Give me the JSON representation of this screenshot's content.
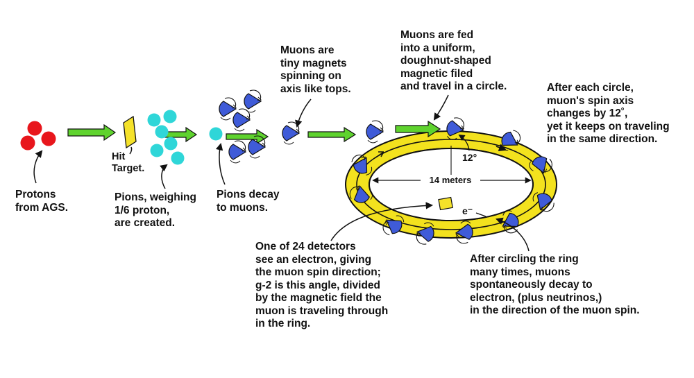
{
  "labels": {
    "protons": "Protons\nfrom AGS.",
    "hit_target": "Hit\nTarget.",
    "pions": "Pions, weighing\n1/6 proton,\nare created.",
    "pions_decay": "Pions decay\nto muons.",
    "muons_magnets": "Muons are\ntiny magnets\nspinning on\naxis like tops.",
    "muons_fed": "Muons are fed\ninto a uniform,\ndoughnut-shaped\nmagnetic filed\nand travel in a circle.",
    "after_each_circle": "After each circle,\nmuon's spin axis\nchanges by 12˚,\nyet it keeps on traveling\nin the same direction.",
    "detectors": "One of 24 detectors\nsee an electron, giving\nthe muon spin direction;\ng-2 is this angle, divided\nby the magnetic field the\nmuon is traveling through\nin the ring.",
    "after_circling": "After circling the ring\nmany times, muons\nspontaneously decay to\nelectron, (plus neutrinos,)\nin the direction of the muon spin.",
    "angle": "12°",
    "diameter": "14 meters",
    "electron": "e⁻"
  },
  "colors": {
    "proton": "#e8161c",
    "pion": "#2fd6d8",
    "target": "#f5e22a",
    "muon": "#3f5bd8",
    "beam_arrow": "#5fd32e",
    "ring": "#f3e21e",
    "outline": "#111111"
  }
}
